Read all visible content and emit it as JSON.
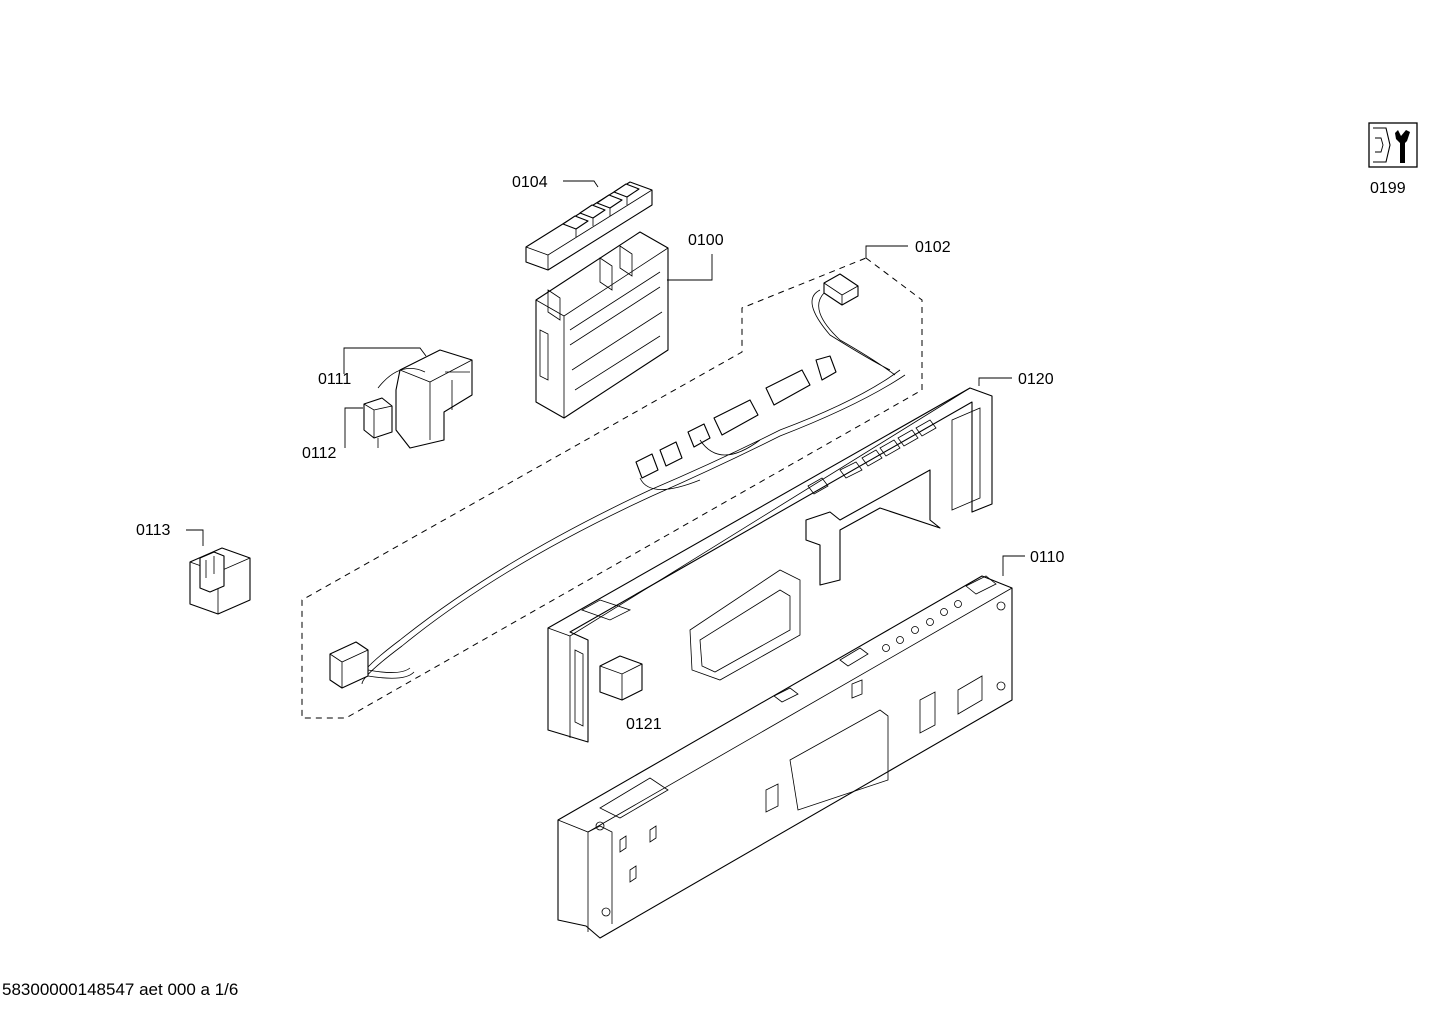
{
  "diagram": {
    "labels": {
      "p0104": "0104",
      "p0100": "0100",
      "p0102": "0102",
      "p0111": "0111",
      "p0112": "0112",
      "p0113": "0113",
      "p0120": "0120",
      "p0110": "0110",
      "p0121": "0121",
      "p0199": "0199"
    },
    "icon": "wrench-service-icon"
  },
  "footer": {
    "code": "58300000148547 aet 000 a 1/6"
  }
}
